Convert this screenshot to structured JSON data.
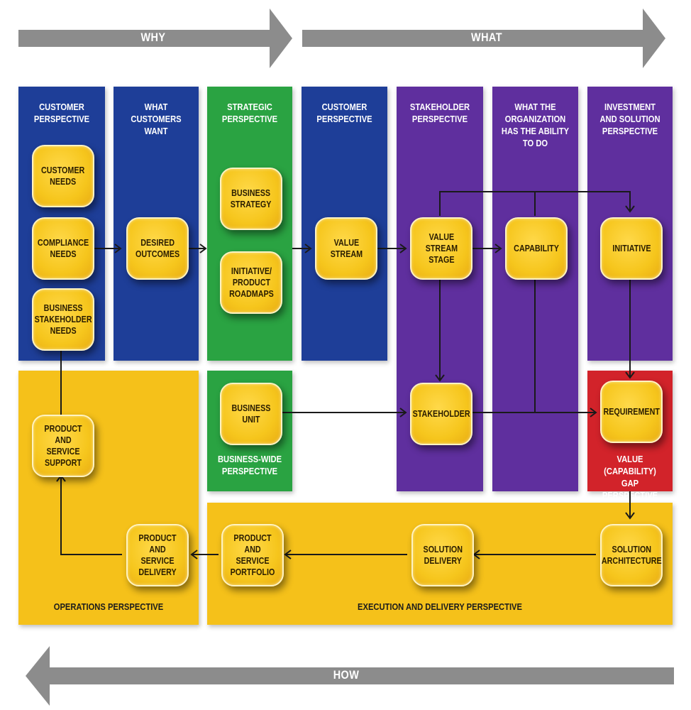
{
  "bands": {
    "why": "WHY",
    "what": "WHAT",
    "how": "HOW"
  },
  "panels": {
    "customer_perspective": "CUSTOMER\nPERSPECTIVE",
    "what_customers_want": "WHAT\nCUSTOMERS WANT",
    "strategic_perspective": "STRATEGIC\nPERSPECTIVE",
    "customer_perspective_2": "CUSTOMER\nPERSPECTIVE",
    "stakeholder_perspective": "STAKEHOLDER\nPERSPECTIVE",
    "organization_ability": "WHAT THE\nORGANIZATION\nHAS THE ABILITY\nTO DO",
    "investment_solution": "INVESTMENT\nAND SOLUTION\nPERSPECTIVE",
    "business_wide": "BUSINESS-WIDE\nPERSPECTIVE",
    "value_gap": "VALUE (CAPABILITY)\nGAP PERSPECTIVE",
    "operations": "OPERATIONS PERSPECTIVE",
    "execution_delivery": "EXECUTION AND DELIVERY PERSPECTIVE"
  },
  "nodes": {
    "customer_needs": "CUSTOMER\nNEEDS",
    "compliance_needs": "COMPLIANCE\nNEEDS",
    "business_stakeholder_needs": "BUSINESS\nSTAKEHOLDER\nNEEDS",
    "desired_outcomes": "DESIRED\nOUTCOMES",
    "business_strategy": "BUSINESS\nSTRATEGY",
    "initiative_product_roadmaps": "INITIATIVE/\nPRODUCT\nROADMAPS",
    "value_stream": "VALUE\nSTREAM",
    "value_stream_stage": "VALUE\nSTREAM\nSTAGE",
    "capability": "CAPABILITY",
    "initiative": "INITIATIVE",
    "business_unit": "BUSINESS\nUNIT",
    "stakeholder": "STAKEHOLDER",
    "requirement": "REQUIREMENT",
    "product_service_support": "PRODUCT AND\nSERVICE\nSUPPORT",
    "product_service_delivery": "PRODUCT AND\nSERVICE\nDELIVERY",
    "product_service_portfolio": "PRODUCT AND\nSERVICE\nPORTFOLIO",
    "solution_delivery": "SOLUTION\nDELIVERY",
    "solution_architecture": "SOLUTION\nARCHITECTURE"
  },
  "colors": {
    "band_gray": "#8c8c8c",
    "blue": "#1e3e98",
    "green": "#2aa342",
    "purple": "#5f2f9e",
    "red": "#d2232a",
    "yellow": "#f5c11a",
    "node_fill": "#f6c61d",
    "connector": "#1a1a1a"
  }
}
